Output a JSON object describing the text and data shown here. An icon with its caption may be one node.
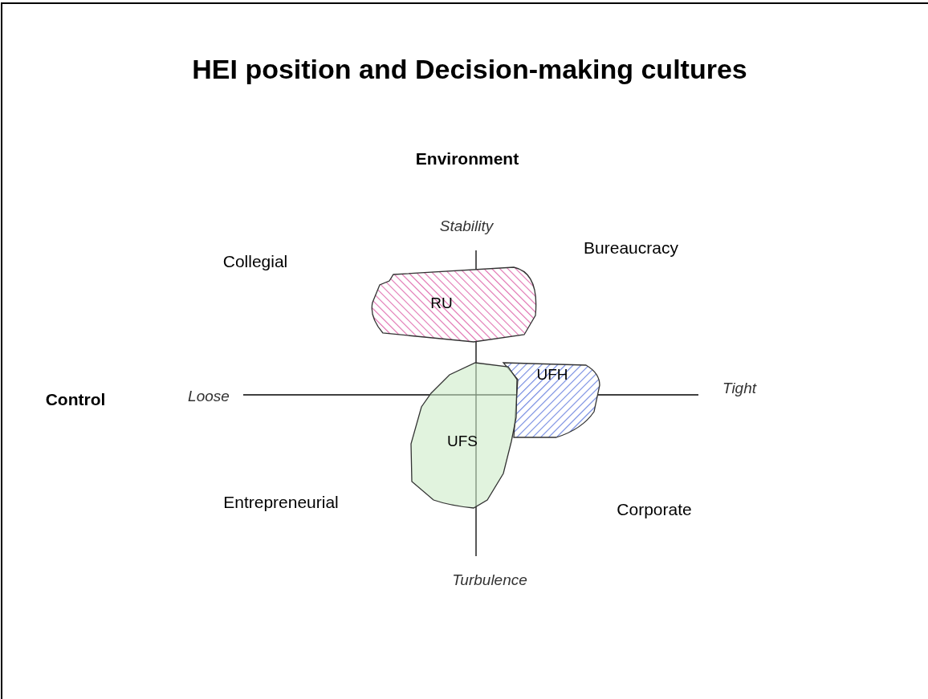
{
  "diagram": {
    "title": "HEI position and Decision-making cultures",
    "nodes": [
      {
        "text": [
          "RU"
        ]
      },
      {
        "text": [
          "UFH"
        ]
      },
      {
        "text": [
          "UFS"
        ]
      }
    ],
    "labels": [
      "Environment",
      "Stability",
      "Collegial",
      "Bureaucracy",
      "Control",
      "Loose",
      "Tight",
      "Entrepreneurial",
      "Corporate",
      "Turbulence"
    ]
  }
}
